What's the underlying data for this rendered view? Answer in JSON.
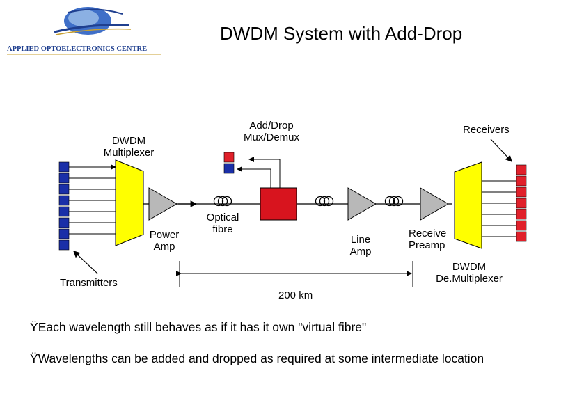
{
  "title": "DWDM System with Add-Drop",
  "logo": {
    "text": "APPLIED OPTOELECTRONICS CENTRE",
    "colors": {
      "dark": "#1f3f8f",
      "mid": "#3f6fc8",
      "light": "#9fc0ea",
      "gold": "#c8a030"
    }
  },
  "labels": {
    "mux": [
      "DWDM",
      "Multiplexer"
    ],
    "add_drop": [
      "Add/Drop",
      "Mux/Demux"
    ],
    "receivers": "Receivers",
    "power_amp": [
      "Power",
      "Amp"
    ],
    "optical_fibre": [
      "Optical",
      "fibre"
    ],
    "line_amp": [
      "Line",
      "Amp"
    ],
    "receive_preamp": [
      "Receive",
      "Preamp"
    ],
    "demux": [
      "DWDM",
      "De.Multiplexer"
    ],
    "transmitters": "Transmitters",
    "distance": "200 km"
  },
  "bullets": [
    {
      "marker": "Ÿ",
      "text": "Each wavelength still behaves as if it has it own \"virtual fibre\""
    },
    {
      "marker": "Ÿ",
      "text": "Wavelengths can be added and dropped as required at some intermediate location"
    }
  ],
  "colors": {
    "transmitter": "#1a2fa8",
    "receiver": "#e0202a",
    "mux": "#ffff00",
    "amp": "#b8b8b8",
    "add_drop_node": "#d8141e",
    "line": "#000000"
  }
}
